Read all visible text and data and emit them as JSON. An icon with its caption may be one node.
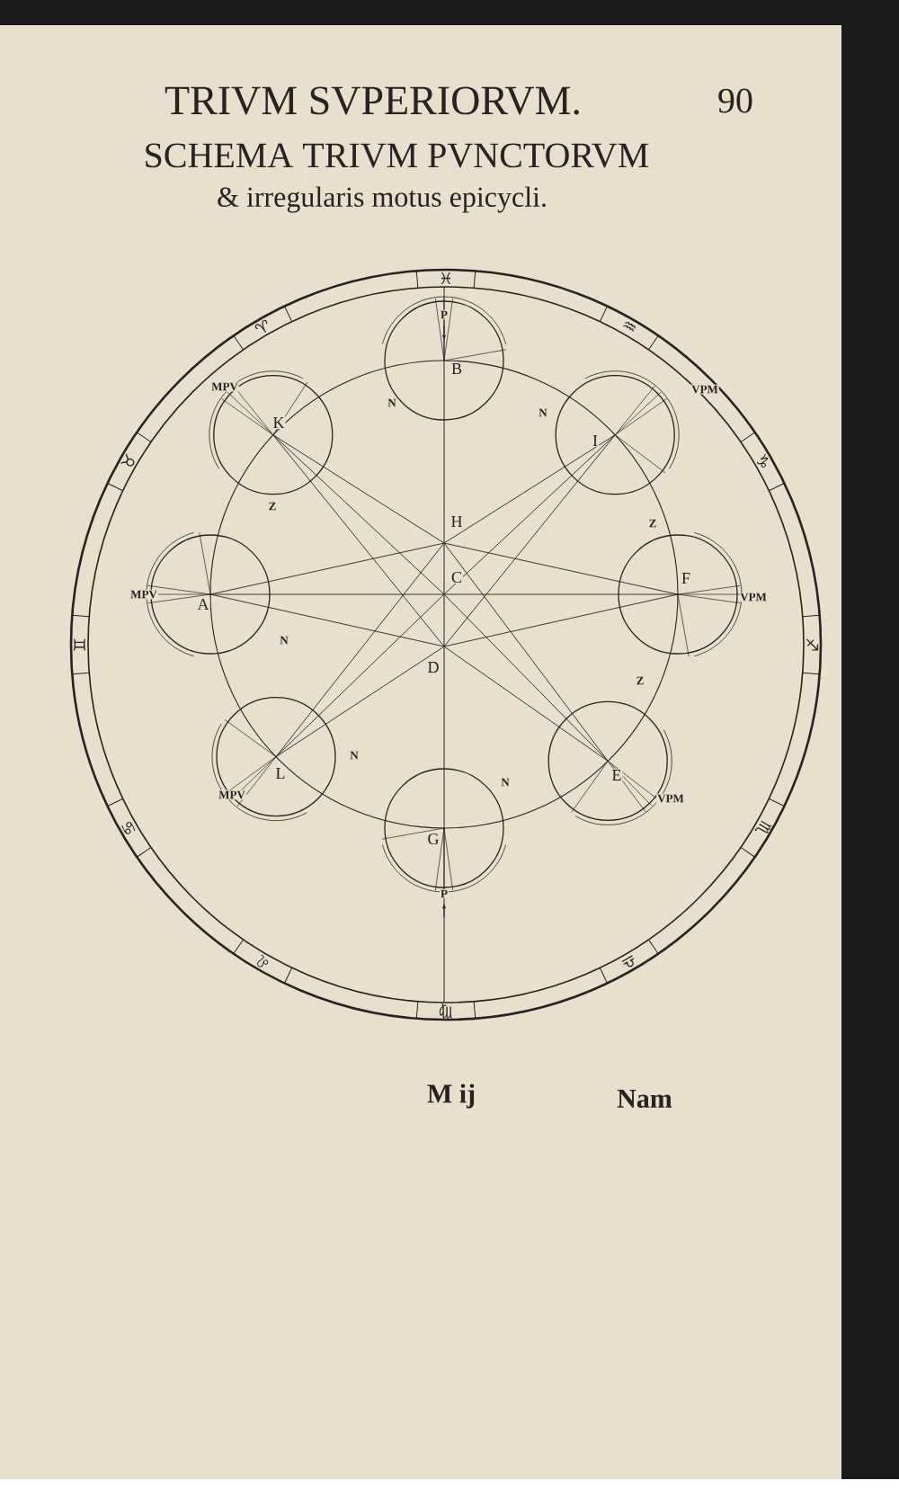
{
  "diagram": {
    "title": "SCHEMA TRIVM PVNCTORVM",
    "caption": "& irregularis motus epicycli.",
    "labels": [
      "TRIVM SVPERIORVM.",
      "90",
      "♓",
      "P",
      "♈",
      "♒",
      "B",
      "MPV",
      "VPM",
      "N",
      "N",
      "K",
      "I",
      "♉",
      "♑",
      "Z",
      "H",
      "Z",
      "C",
      "F",
      "MPV",
      "A",
      "VPM",
      "♊",
      "N",
      "♐",
      "D",
      "Z",
      "N",
      "L",
      "E",
      "N",
      "MPV",
      "VPM",
      "♋",
      "♏",
      "G",
      "P",
      "♌",
      "♎",
      "♍",
      "M ij",
      "Nam"
    ]
  }
}
